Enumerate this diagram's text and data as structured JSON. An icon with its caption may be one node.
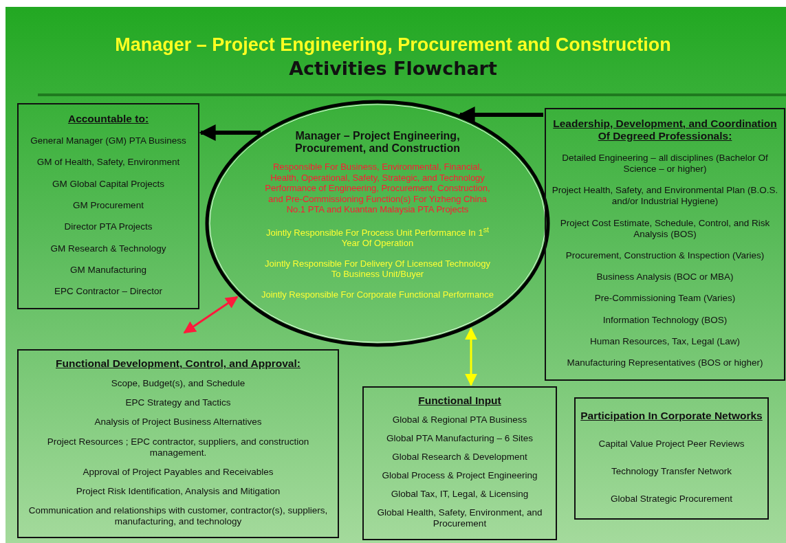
{
  "diagram": {
    "title": "Manager – Project Engineering, Procurement and Construction",
    "nodes": [
      {
        "text": [
          "Accountable to:",
          "General Manager (GM) PTA Business",
          "GM of Health, Safety, Environment",
          "GM Global Capital Projects",
          "GM Procurement",
          "Director PTA Projects",
          "GM Research & Technology",
          "GM Manufacturing",
          "EPC Contractor – Director"
        ]
      },
      {
        "text": [
          "Manager – Project Engineering, Procurement, and Construction",
          "Responsible For Business, Environmental, Financial, Health, Operational, Safety, Strategic, and Technology Performance of Engineering, Procurement, Construction, and Pre-Commissioning Function(s) For Yizheng China No.1 PTA and Kuantan Malaysia PTA Projects",
          "Jointly Responsible For Process Unit Performance In 1$^{st}$ Year Of Operation",
          "Jointly Responsible For Delivery Of Licensed Technology To Business Unit/Buyer",
          "Jointly Responsible For Corporate Functional Performance"
        ]
      },
      {
        "text": [
          "Leadership, Development, and Coordination Of Degreed Professionals:",
          "Detailed Engineering – all disciplines (Bachelor Of Science – or higher)",
          "Project Health, Safety, and Environmental Plan (B.O.S. and/or Industrial Hygiene)",
          "Project Cost Estimate, Schedule, Control, and Risk Analysis  (BOS)",
          "Procurement, Construction & Inspection (Varies)",
          "Business Analysis (BOC or MBA)",
          "Pre-Commissioning Team (Varies)",
          "Information Technology (BOS)",
          "Human Resources, Tax, Legal (Law)",
          "Manufacturing Representatives (BOS or higher)"
        ]
      },
      {
        "text": [
          "Functional Development, Control, and Approval:",
          "Scope, Budget(s), and Schedule",
          "EPC Strategy and Tactics",
          "Analysis of Project Business Alternatives",
          "Project Resources ; EPC contractor, suppliers, and construction management.",
          "Approval of Project Payables and Receivables",
          "Project Risk Identification, Analysis and Mitigation",
          "Communication and relationships with customer, contractor(s), suppliers, manufacturing, and technology"
        ]
      },
      {
        "text": [
          "Functional Input",
          "Global & Regional PTA Business",
          "Global PTA Manufacturing – 6 Sites",
          "Global Research & Development",
          "Global Process & Project Engineering",
          "Global Tax, IT, Legal, & Licensing",
          "Global Health, Safety, Environment, and Procurement"
        ]
      },
      {
        "text": [
          "Participation In Corporate Networks",
          "Capital Value Project Peer Reviews",
          "Technology Transfer Network",
          "Global Strategic Procurement"
        ]
      }
    ],
    "edges": [
      {
        "from": 1,
        "to": 0,
        "arrow": "to",
        "style": "thick"
      },
      {
        "from": 2,
        "to": 1,
        "arrow": "to",
        "style": "thick"
      },
      {
        "from": 3,
        "to": 1,
        "arrow": "both",
        "color": "#ff1a3c"
      },
      {
        "from": 1,
        "to": 4,
        "arrow": "both",
        "color": "#ffff00"
      }
    ],
    "labels": [
      "Activities Flowchart"
    ]
  }
}
